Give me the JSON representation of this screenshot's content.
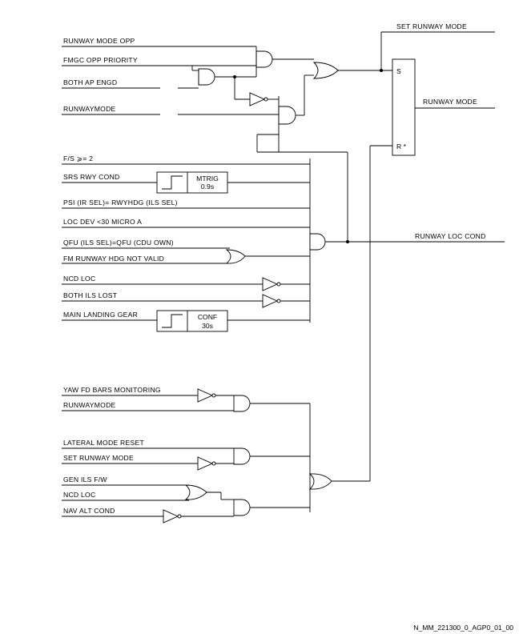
{
  "outputs": {
    "set_runway_mode": "SET RUNWAY MODE",
    "runway_mode": "RUNWAY MODE",
    "runway_loc_cond": "RUNWAY LOC COND"
  },
  "inputs": {
    "runway_mode_opp": "RUNWAY MODE OPP",
    "fmgc_opp_priority": "FMGC OPP PRIORITY",
    "both_ap_engd": "BOTH AP ENGD",
    "runway_mode": "RUNWAYMODE",
    "fs": "F/S ⩾= 2",
    "srs_rwy_cond": "SRS RWY COND",
    "psi": "PSI (IR SEL)= RWYHDG (ILS SEL)",
    "loc_dev": "LOC DEV <30 MICRO A",
    "qfu": "QFU (ILS SEL)=QFU (CDU OWN)",
    "fm_runway_hdg": "FM RUNWAY HDG NOT VALID",
    "ncd_loc_1": "NCD LOC",
    "both_ils_lost": "BOTH ILS LOST",
    "main_landing_gear": "MAIN LANDING GEAR",
    "yaw_fd_bars": "YAW FD BARS MONITORING",
    "runway_mode_2": "RUNWAYMODE",
    "lateral_mode_reset": "LATERAL MODE RESET",
    "set_runway_mode_in": "SET RUNWAY MODE",
    "gen_ils_fw": "GEN ILS F/W",
    "ncd_loc_2": "NCD LOC",
    "nav_alt_cond": "NAV ALT COND"
  },
  "blocks": {
    "latch_set": "S",
    "latch_reset": "R *",
    "mtrig_name": "MTRIG",
    "mtrig_time": "0.9s",
    "conf_name": "CONF",
    "conf_time": "30s"
  },
  "reference": "N_MM_221300_0_AGP0_01_00"
}
